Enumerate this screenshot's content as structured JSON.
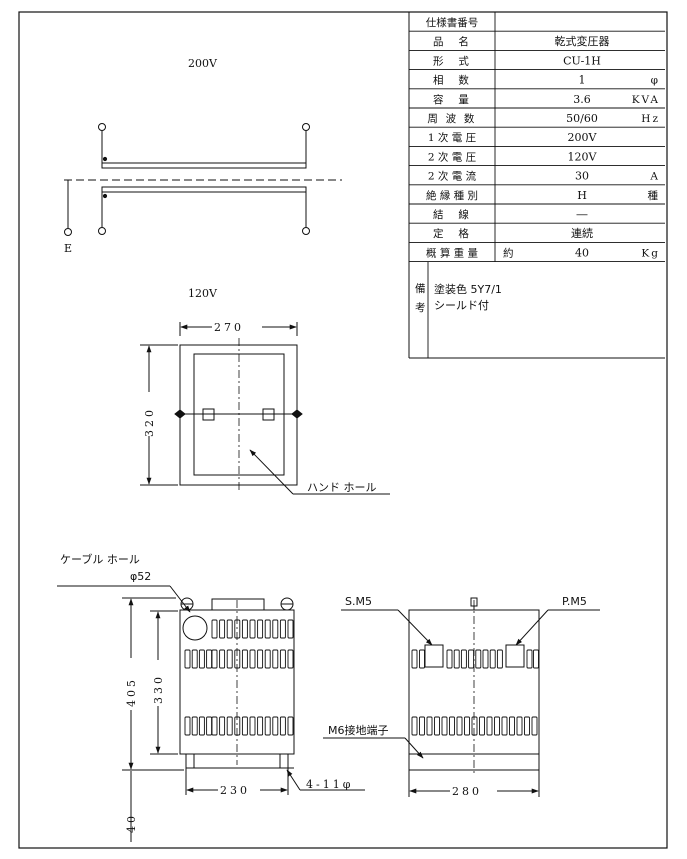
{
  "spec_table": {
    "rows": [
      {
        "label": "仕様書番号",
        "spaced": false,
        "prefix": "",
        "value": "",
        "unit": ""
      },
      {
        "label": "品　名",
        "spaced": true,
        "prefix": "",
        "value": "乾式変圧器",
        "unit": ""
      },
      {
        "label": "形　式",
        "spaced": true,
        "prefix": "",
        "value": "CU-1H",
        "unit": ""
      },
      {
        "label": "相　数",
        "spaced": true,
        "prefix": "",
        "value": "1",
        "unit": "φ"
      },
      {
        "label": "容　量",
        "spaced": true,
        "prefix": "",
        "value": "3.6",
        "unit": "KVA"
      },
      {
        "label": "周 波 数",
        "spaced": true,
        "prefix": "",
        "value": "50/60",
        "unit": "Hz"
      },
      {
        "label": "1 次 電 圧",
        "spaced": false,
        "prefix": "",
        "value": "200V",
        "unit": ""
      },
      {
        "label": "2 次 電 圧",
        "spaced": false,
        "prefix": "",
        "value": "120V",
        "unit": ""
      },
      {
        "label": "2 次 電 流",
        "spaced": false,
        "prefix": "",
        "value": "30",
        "unit": "A"
      },
      {
        "label": "絶 縁 種 別",
        "spaced": false,
        "prefix": "",
        "value": "H",
        "unit": "種"
      },
      {
        "label": "結　線",
        "spaced": true,
        "prefix": "",
        "value": "―",
        "unit": ""
      },
      {
        "label": "定　格",
        "spaced": true,
        "prefix": "",
        "value": "連続",
        "unit": ""
      },
      {
        "label": "概 算 重 量",
        "spaced": false,
        "prefix": "約",
        "value": "40",
        "unit": "Kg"
      }
    ],
    "remarks_label": [
      "備",
      "考"
    ],
    "remarks": [
      "塗装色 5Y7/1",
      "シールド付"
    ]
  },
  "schematic": {
    "primary_voltage": "200V",
    "secondary_voltage": "120V",
    "earth_label": "E"
  },
  "top_view": {
    "width_dim": "270",
    "height_dim": "320",
    "hand_hole_label": "ハンド ホール"
  },
  "front_view": {
    "cable_hole_label": "ケーブル ホール",
    "cable_hole_size": "φ52",
    "height_total_dim": "405",
    "height_body_dim": "330",
    "base_dim": "40",
    "width_dim": "230",
    "hole_label": "4-11φ"
  },
  "side_view": {
    "s_terminal": "S.M5",
    "p_terminal": "P.M5",
    "ground_terminal": "M6接地端子",
    "width_dim": "280"
  }
}
